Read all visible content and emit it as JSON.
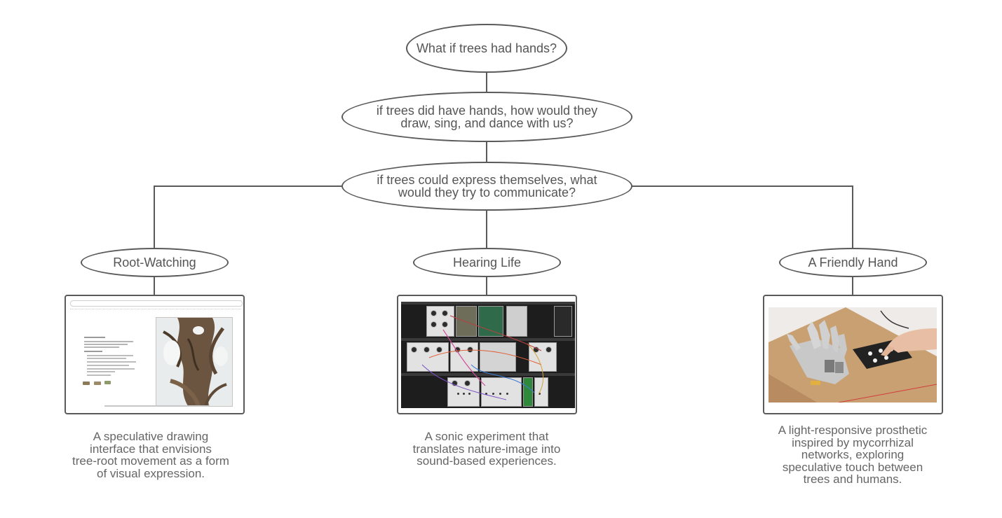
{
  "nodes": {
    "question1": "What if trees had hands?",
    "question2": [
      "if trees did have hands, how would they",
      "draw, sing, and dance with us?"
    ],
    "question3": [
      "if trees could express themselves, what",
      "would they try to communicate?"
    ]
  },
  "projects": [
    {
      "title": "Root-Watching",
      "caption": [
        "A speculative drawing",
        "interface that envisions",
        "tree-root movement as a form",
        "of visual expression."
      ]
    },
    {
      "title": "Hearing Life",
      "caption": [
        "A sonic experiment that",
        "translates nature-image into",
        "sound-based experiences."
      ]
    },
    {
      "title": "A Friendly Hand",
      "caption": [
        "A light-responsive prosthetic",
        "inspired by mycorrhizal",
        "networks, exploring",
        "speculative touch between",
        "trees and humans."
      ]
    }
  ],
  "colors": {
    "stroke": "#5a5a5a",
    "text": "#555555",
    "background": "#ffffff"
  }
}
